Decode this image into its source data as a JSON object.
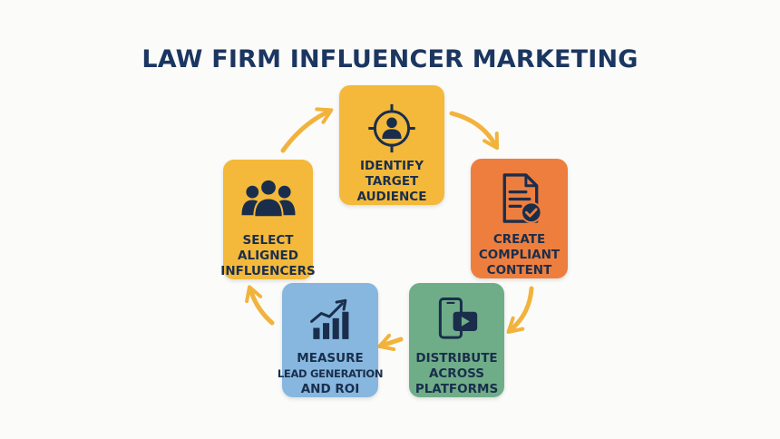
{
  "title": "LAW FIRM INFLUENCER MARKETING",
  "colors": {
    "title": "#1b3660",
    "arrow": "#f2b33d",
    "yellow": "#f4b93a",
    "orange": "#ee7e3e",
    "green": "#6fad88",
    "blue": "#87b7df",
    "icon": "#1a2e4c"
  },
  "steps": [
    {
      "id": "identify",
      "icon": "target-person-icon",
      "lines": [
        "IDENTIFY",
        "TARGET",
        "AUDIENCE"
      ]
    },
    {
      "id": "create",
      "icon": "document-check-icon",
      "lines": [
        "CREATE",
        "COMPLIANT",
        "CONTENT"
      ]
    },
    {
      "id": "distribute",
      "icon": "mobile-video-icon",
      "lines": [
        "DISTRIBUTE",
        "ACROSS",
        "PLATFORMS"
      ]
    },
    {
      "id": "measure",
      "icon": "growth-chart-icon",
      "lines": [
        "MEASURE",
        "LEAD GENERATION",
        "AND ROI"
      ]
    },
    {
      "id": "select",
      "icon": "people-group-icon",
      "lines": [
        "SELECT",
        "ALIGNED",
        "INFLUENCERS"
      ]
    }
  ]
}
